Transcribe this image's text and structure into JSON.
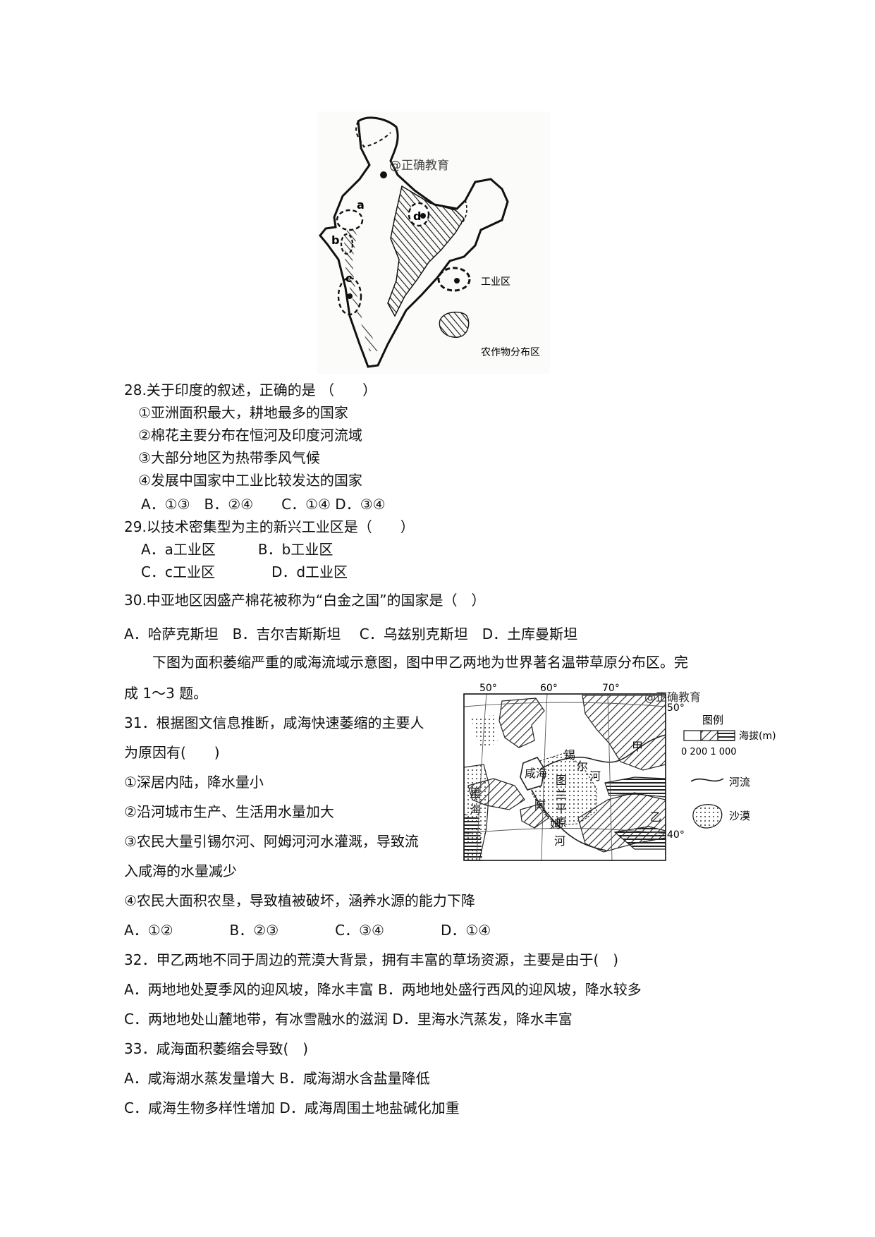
{
  "india_map": {
    "watermark": "@正确教育",
    "region_labels": [
      "a",
      "b",
      "c",
      "d"
    ],
    "legend": [
      {
        "icon": "industrial-zone-icon",
        "label": "工业区"
      },
      {
        "icon": "crop-area-icon",
        "label": "农作物分布区"
      }
    ]
  },
  "q28": {
    "stem": "28.关于印度的叙述，正确的是 （　　）",
    "opt1": "①亚洲面积最大，耕地最多的国家",
    "opt2": "②棉花主要分布在恒河及印度河流域",
    "opt3": "③大部分地区为热带季风气候",
    "opt4": "④发展中国家中工业比较发达的国家",
    "choices": "A．①③　B．②④　　C．①④ D．③④"
  },
  "q29": {
    "stem": "29.以技术密集型为主的新兴工业区是（　　）",
    "choices_row1": "A．a工业区　　　B．b工业区",
    "choices_row2": "C．c工业区　　　　D．d工业区"
  },
  "q30": {
    "stem": "30.中亚地区因盛产棉花被称为“白金之国”的国家是（　）",
    "choices": "A．哈萨克斯坦　B．吉尔吉斯斯坦　 C．乌兹别克斯坦　D．土库曼斯坦"
  },
  "intro": {
    "line1": "下图为面积萎缩严重的咸海流域示意图，图中甲乙两地为世界著名温带草原分布区。完",
    "line2": "成 1～3 题。"
  },
  "aral_map": {
    "watermark": "@正确教育",
    "lon_labels": [
      "50°",
      "60°",
      "70°"
    ],
    "lat_labels": [
      "50°",
      "40°"
    ],
    "place_labels": {
      "caspian_1": "里",
      "caspian_2": "海",
      "aral_1": "咸",
      "aral_2": "海",
      "syr_1": "锡",
      "syr_2": "尔",
      "syr_3": "河",
      "amu_1": "阿",
      "amu_2": "姆",
      "amu_3": "河",
      "turan_1": "图",
      "turan_2": "兰",
      "turan_3": "平",
      "turan_4": "原",
      "jia": "甲",
      "yi": "乙"
    },
    "legend_title": "图例",
    "legend_elev_label": "海拔(m)",
    "legend_elev_ticks": "0 200 1 000",
    "legend_river": "河流",
    "legend_desert": "沙漠"
  },
  "q31": {
    "stem1": "31．根据图文信息推断，咸海快速萎缩的主要人",
    "stem2": "为原因有(　　)",
    "opt1": "①深居内陆，降水量小",
    "opt2": "②沿河城市生产、生活用水量加大",
    "opt3a": "③农民大量引锡尔河、阿姆河河水灌溉，导致流",
    "opt3b": "入咸海的水量减少",
    "opt4": "④农民大面积农垦，导致植被破坏，涵养水源的能力下降",
    "choices": "A．①②　　　　B．②③　　　　C．③④　　　　D．①④"
  },
  "q32": {
    "stem": "32．甲乙两地不同于周边的荒漠大背景，拥有丰富的草场资源，主要是由于(　)",
    "choices_row1": "A．两地地处夏季风的迎风坡，降水丰富 B．两地地处盛行西风的迎风坡，降水较多",
    "choices_row2": "C．两地地处山麓地带，有冰雪融水的滋润 D．里海水汽蒸发，降水丰富"
  },
  "q33": {
    "stem": "33．咸海面积萎缩会导致(　)",
    "choices_row1": "A．咸海湖水蒸发量增大 B．咸海湖水含盐量降低",
    "choices_row2": "C．咸海生物多样性增加 D．咸海周围土地盐碱化加重"
  }
}
